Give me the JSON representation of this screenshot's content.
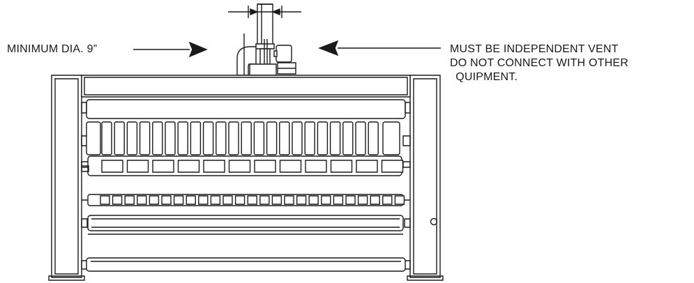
{
  "labels": {
    "minimum_dia": "MINIMUM DIA. 9”",
    "vent_line1": "MUST BE INDEPENDENT VENT",
    "vent_line2": "DO NOT CONNECT WITH OTHER",
    "vent_line3": " QUIPMENT."
  },
  "colors": {
    "stroke": "#1a1a1a",
    "background": "#ffffff"
  },
  "icons": [
    "arrow-right-icon",
    "arrow-left-icon",
    "dimension-arrows-icon",
    "door-knob-icon"
  ]
}
